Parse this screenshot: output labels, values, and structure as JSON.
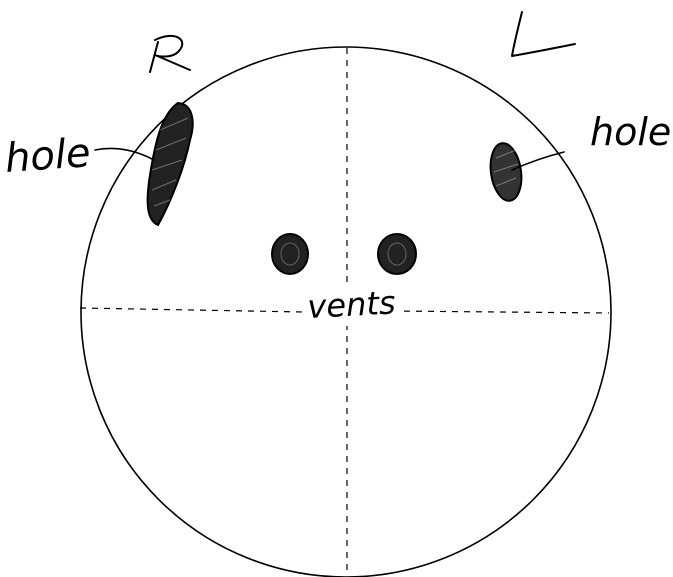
{
  "labels": {
    "right": "R",
    "left": "L",
    "hole_right": "hole",
    "hole_left": "hole",
    "vents": "vents"
  },
  "colors": {
    "ink": "#000000",
    "paper": "#ffffff"
  }
}
